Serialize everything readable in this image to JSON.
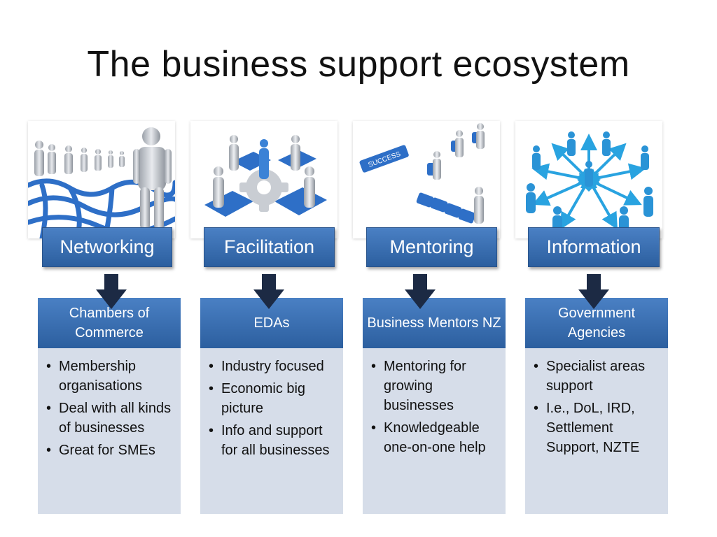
{
  "title": "The business support ecosystem",
  "columns": [
    {
      "image_icon": "crowd-network-icon",
      "category": "Networking",
      "card_title": "Chambers of Commerce",
      "bullets": [
        "Membership organisations",
        "Deal with all kinds of businesses",
        "Great for SMEs"
      ]
    },
    {
      "image_icon": "puzzle-team-icon",
      "category": "Facilitation",
      "card_title": "EDAs",
      "bullets": [
        "Industry focused",
        "Economic big picture",
        "Info and support for all businesses"
      ]
    },
    {
      "image_icon": "puzzle-bridge-icon",
      "category": "Mentoring",
      "card_title": "Business Mentors NZ",
      "bullets": [
        "Mentoring for growing businesses",
        "Knowledgeable one-on-one help"
      ]
    },
    {
      "image_icon": "radial-arrows-icon",
      "category": "Information",
      "card_title": "Government Agencies",
      "bullets": [
        "Specialist areas support",
        "I.e., DoL, IRD, Settlement Support, NZTE"
      ]
    }
  ],
  "illustration_text": {
    "success_piece": "SUCCESS"
  },
  "bullet_char": "•",
  "colors": {
    "box_blue": "#2c5f9f",
    "card_bg": "#d6dde9",
    "arrow_navy": "#1c2a44"
  }
}
